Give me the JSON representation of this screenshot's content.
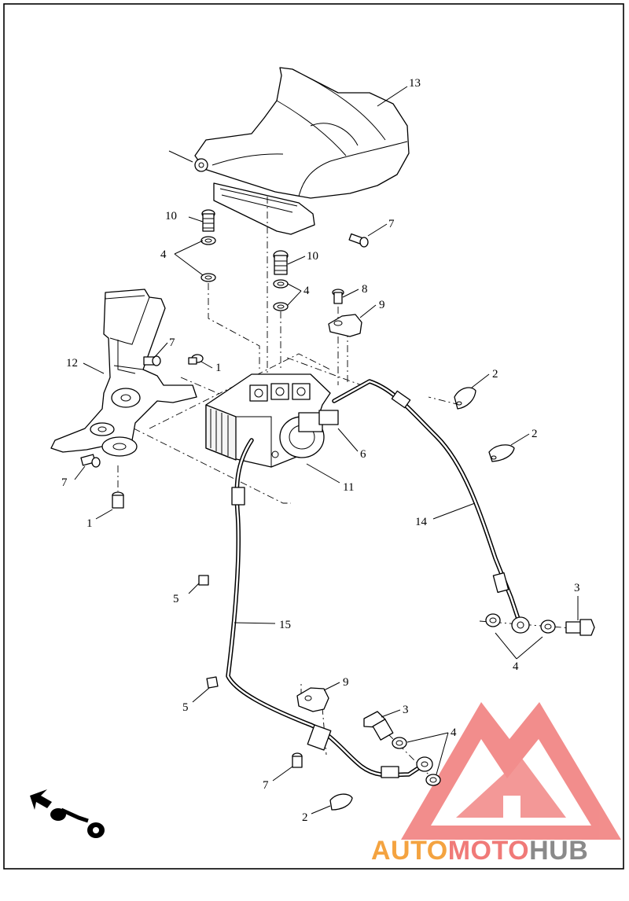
{
  "callouts": [
    {
      "id": "c13a",
      "label": "13"
    },
    {
      "id": "c10a",
      "label": "10"
    },
    {
      "id": "c7a",
      "label": "7"
    },
    {
      "id": "c4a",
      "label": "4"
    },
    {
      "id": "c10b",
      "label": "10"
    },
    {
      "id": "c4b",
      "label": "4"
    },
    {
      "id": "c8",
      "label": "8"
    },
    {
      "id": "c9a",
      "label": "9"
    },
    {
      "id": "c7b",
      "label": "7"
    },
    {
      "id": "c12",
      "label": "12"
    },
    {
      "id": "c1a",
      "label": "1"
    },
    {
      "id": "c2a",
      "label": "2"
    },
    {
      "id": "c2b",
      "label": "2"
    },
    {
      "id": "c6",
      "label": "6"
    },
    {
      "id": "c7c",
      "label": "7"
    },
    {
      "id": "c11",
      "label": "11"
    },
    {
      "id": "c1b",
      "label": "1"
    },
    {
      "id": "c14",
      "label": "14"
    },
    {
      "id": "c3a",
      "label": "3"
    },
    {
      "id": "c5a",
      "label": "5"
    },
    {
      "id": "c15",
      "label": "15"
    },
    {
      "id": "c4c",
      "label": "4"
    },
    {
      "id": "c9b",
      "label": "9"
    },
    {
      "id": "c5b",
      "label": "5"
    },
    {
      "id": "c3b",
      "label": "3"
    },
    {
      "id": "c4d",
      "label": "4"
    },
    {
      "id": "c7d",
      "label": "7"
    },
    {
      "id": "c2c",
      "label": "2"
    }
  ],
  "watermark": {
    "part1": "AUTO",
    "part2": "MOTO",
    "part3": "HUB",
    "color_orange": "#f4a340",
    "color_red": "#f07a78",
    "color_gray": "#8a8a8a"
  },
  "icons": {
    "direction": "forward-arrow-motorcycle-icon"
  }
}
